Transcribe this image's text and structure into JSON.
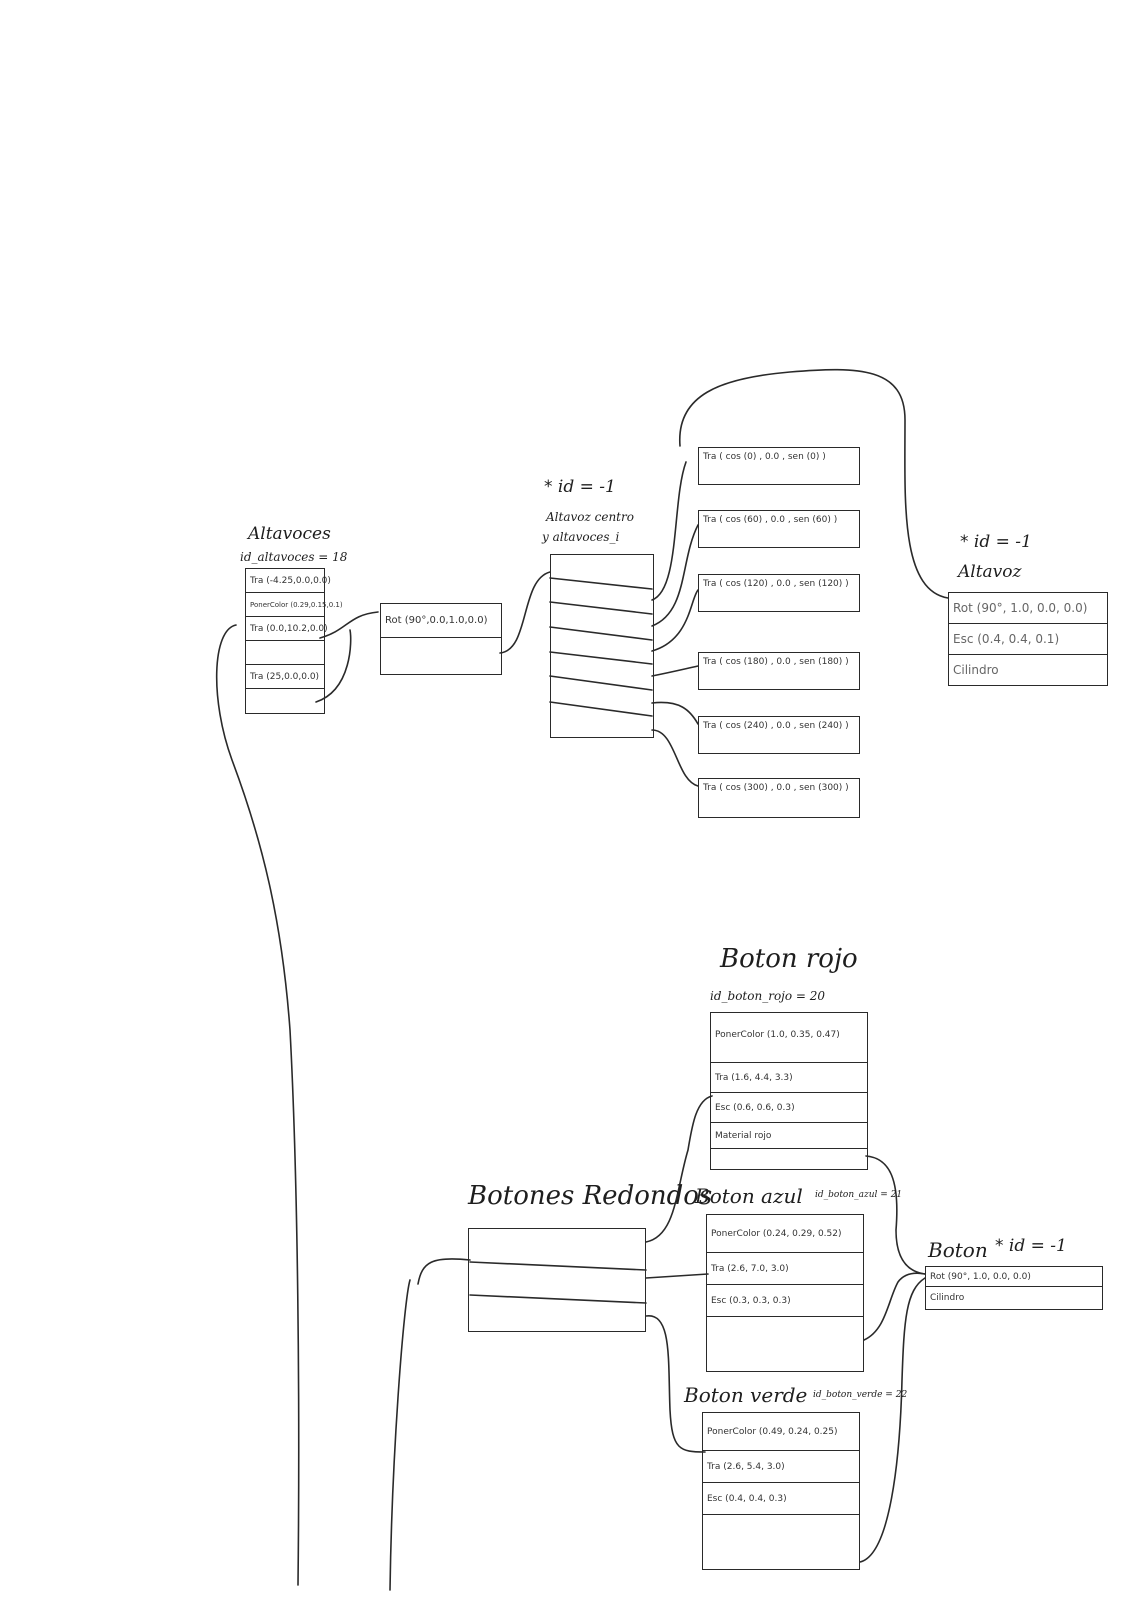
{
  "altavoces": {
    "title": "Altavoces",
    "id_label": "id_altavoces = 18",
    "rows": [
      "Tra (-4.25,0.0,0.0)",
      "PonerColor (0.29,0.15,0.1)",
      "Tra (0.0,10.2,0.0)",
      "",
      "Tra (25,0.0,0.0)",
      ""
    ]
  },
  "rot_node": {
    "rows": [
      "Rot (90°,0.0,1.0,0.0)",
      ""
    ]
  },
  "altavoz_centro": {
    "id_label": "id = -1",
    "title_line1": "Altavoz centro",
    "title_line2": "y altavoces_i",
    "rows": [
      "",
      "",
      "",
      "",
      "",
      ""
    ]
  },
  "tra_nodes": [
    {
      "text": "Tra ( cos (0) , 0.0 , sen (0) )"
    },
    {
      "text": "Tra ( cos (60) , 0.0 , sen (60) )"
    },
    {
      "text": "Tra ( cos (120) , 0.0 , sen (120) )"
    },
    {
      "text": "Tra ( cos (180) , 0.0 , sen (180) )"
    },
    {
      "text": "Tra ( cos (240) , 0.0 , sen (240) )"
    },
    {
      "text": "Tra ( cos (300) , 0.0 , sen (300) )"
    }
  ],
  "altavoz": {
    "id_label": "id = -1",
    "title": "Altavoz",
    "rows": [
      "Rot (90°, 1.0, 0.0, 0.0)",
      "Esc (0.4, 0.4, 0.1)",
      "Cilindro"
    ]
  },
  "boton_rojo": {
    "title": "Boton rojo",
    "id_label": "id_boton_rojo = 20",
    "rows": [
      "PonerColor (1.0, 0.35, 0.47)",
      "Tra (1.6, 4.4, 3.3)",
      "Esc (0.6, 0.6, 0.3)",
      "Material rojo",
      ""
    ]
  },
  "botones_redondos": {
    "title": "Botones Redondos",
    "rows": [
      "",
      "",
      ""
    ]
  },
  "boton_azul": {
    "title": "Boton azul",
    "id_label": "id_boton_azul = 21",
    "rows": [
      "PonerColor (0.24, 0.29, 0.52)",
      "Tra (2.6, 7.0, 3.0)",
      "Esc (0.3, 0.3, 0.3)",
      ""
    ]
  },
  "boton": {
    "title": "Boton",
    "id_label": "id = -1",
    "rows": [
      "Rot (90°, 1.0, 0.0, 0.0)",
      "Cilindro"
    ]
  },
  "boton_verde": {
    "title": "Boton verde",
    "id_label": "id_boton_verde = 22",
    "rows": [
      "PonerColor (0.49, 0.24, 0.25)",
      "Tra (2.6, 5.4, 3.0)",
      "Esc (0.4, 0.4, 0.3)",
      ""
    ]
  },
  "star_glyph": "*"
}
